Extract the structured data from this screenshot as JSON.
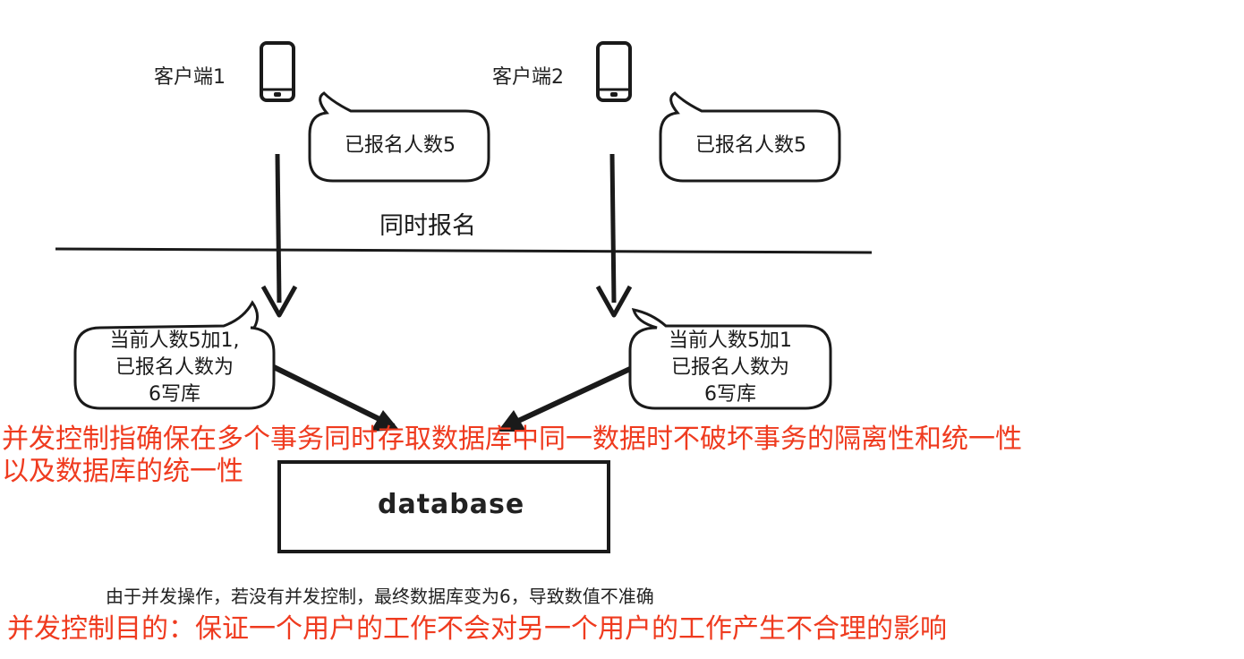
{
  "clients": [
    {
      "label": "客户端1",
      "bubble": "已报名人数5"
    },
    {
      "label": "客户端2",
      "bubble": "已报名人数5"
    }
  ],
  "divider_label": "同时报名",
  "write_bubbles": [
    {
      "line1": "当前人数5加1,",
      "line2": "已报名人数为",
      "line3": "6写库"
    },
    {
      "line1": "当前人数5加1",
      "line2": "已报名人数为",
      "line3": "6写库"
    }
  ],
  "database_label": "database",
  "caption": "由于并发操作，若没有并发控制，最终数据库变为6，导致数值不准确",
  "annotations": {
    "definition_line1": "并发控制指确保在多个事务同时存取数据库中同一数据时不破坏事务的隔离性和统一性",
    "definition_line2": "以及数据库的统一性",
    "purpose": "并发控制目的：保证一个用户的工作不会对另一个用户的工作产生不合理的影响"
  },
  "colors": {
    "annotation": "#ef3b1f",
    "stroke": "#1a1a1a"
  },
  "icons": [
    "phone-icon",
    "phone-icon"
  ]
}
